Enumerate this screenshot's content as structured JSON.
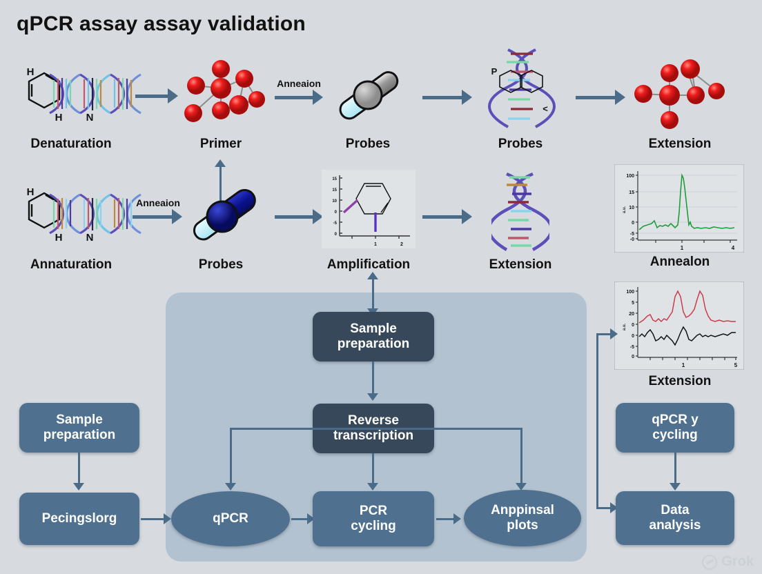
{
  "title": "qPCR assay assay validation",
  "colors": {
    "background": "#d7dbdf",
    "panel": "#b3c2d0",
    "node_dark": "#36485a",
    "node_mid": "#4f718f",
    "connector": "#4a6c88",
    "molecule_red": "#dd1414",
    "helix_blue": "#5a5fc0",
    "trace_green": "#1f9d3a",
    "trace_red": "#cc3b4a",
    "trace_black": "#111111"
  },
  "row1": {
    "steps": [
      {
        "caption": "Denaturation",
        "icon": "dna-benzene-icon",
        "sub_letters": [
          "H",
          "H",
          "N"
        ]
      },
      {
        "caption": "Primer",
        "icon": "molecule-cluster-icon"
      },
      {
        "caption": "Probes",
        "icon": "pipette-gray-icon"
      },
      {
        "caption": "Probes",
        "icon": "dna-helix-benzene-icon",
        "sub_letters": [
          "P",
          "<"
        ]
      },
      {
        "caption": "Extension",
        "icon": "molecule-star-icon"
      }
    ],
    "arrow_labels": [
      "",
      "Anneaion",
      "",
      ""
    ]
  },
  "row2": {
    "steps": [
      {
        "caption": "Annaturation",
        "icon": "dna-benzene-icon",
        "sub_letters": [
          "H",
          "H",
          "N"
        ]
      },
      {
        "caption": "Probes",
        "icon": "pipette-blue-icon"
      },
      {
        "caption": "Amplification",
        "icon": "benzene-plot-icon"
      },
      {
        "caption": "Extension",
        "icon": "dna-helix-vertical-icon"
      },
      {
        "caption": "Annealon",
        "icon": "line-chart-icon"
      }
    ],
    "arrow_labels": [
      "Anneaion",
      "",
      ""
    ]
  },
  "right_charts": [
    {
      "caption": "Annealon"
    },
    {
      "caption": "Extension"
    }
  ],
  "flow": {
    "left_column": [
      {
        "label": "Sample\npreparation",
        "label_lines": [
          "Sample",
          "preparation"
        ],
        "shape": "rect",
        "tone": "mid"
      },
      {
        "label": "Pecingslorg",
        "label_lines": [
          "Pecingslorg"
        ],
        "shape": "rect",
        "tone": "mid"
      }
    ],
    "center_column": [
      {
        "label_lines": [
          "Sample",
          "preparation"
        ],
        "shape": "rect",
        "tone": "dark"
      },
      {
        "label_lines": [
          "Reverse",
          "transcription"
        ],
        "shape": "rect",
        "tone": "dark"
      },
      {
        "label_lines": [
          "qPCR"
        ],
        "shape": "ellipse",
        "tone": "mid"
      },
      {
        "label_lines": [
          "PCR",
          "cycling"
        ],
        "shape": "rect",
        "tone": "mid"
      },
      {
        "label_lines": [
          "Anppinsal",
          "plots"
        ],
        "shape": "ellipse",
        "tone": "mid"
      }
    ],
    "right_column": [
      {
        "label_lines": [
          "qPCR y",
          "cycling"
        ],
        "shape": "rect",
        "tone": "mid"
      },
      {
        "label_lines": [
          "Data",
          "analysis"
        ],
        "shape": "rect",
        "tone": "mid"
      }
    ]
  },
  "watermark": {
    "text": "Grok"
  },
  "chart_data": [
    {
      "id": "amplification-plot",
      "type": "line",
      "title": "Amplification",
      "xlabel": "",
      "ylabel": "",
      "xticks": [
        "1",
        "2"
      ],
      "yticks": [
        "15",
        "15",
        "10",
        "0",
        "-5",
        "0"
      ],
      "xlim": [
        0,
        2.2
      ],
      "ylim": [
        -8,
        16
      ],
      "grid": false,
      "series": [
        {
          "name": "purple-bond-left",
          "color": "#8e3fa8",
          "x": [
            0.15,
            0.62
          ],
          "y": [
            0.5,
            8.5
          ]
        },
        {
          "name": "purple-bond-down",
          "color": "#5a34c0",
          "x": [
            1.0,
            1.0
          ],
          "y": [
            -6.5,
            4.0
          ]
        }
      ],
      "annotation": "benzene ring overlay"
    },
    {
      "id": "annealon-plot",
      "type": "line",
      "title": "Annealon",
      "xlabel": "",
      "ylabel": "a.u.",
      "xticks": [
        "1",
        "4"
      ],
      "yticks": [
        "100",
        "15",
        "10",
        "0",
        "-5",
        "-0"
      ],
      "xlim": [
        0,
        4.2
      ],
      "ylim": [
        -8,
        105
      ],
      "grid": true,
      "series": [
        {
          "name": "melt-curve",
          "color": "#1f9d3a",
          "x": [
            0.05,
            0.2,
            0.35,
            0.45,
            0.55,
            0.7,
            0.85,
            0.95,
            1.0,
            1.05,
            1.15,
            1.3,
            1.45,
            1.6,
            1.8,
            2.1,
            2.5,
            2.9,
            3.3,
            3.7,
            4.0
          ],
          "y": [
            -4,
            -1,
            6,
            -1,
            1,
            -2,
            -1,
            40,
            100,
            85,
            10,
            -4,
            -3,
            -4,
            -4,
            -3,
            -3,
            -2,
            -3,
            -4,
            -3
          ]
        }
      ]
    },
    {
      "id": "extension-plot",
      "type": "line",
      "title": "Extension",
      "xlabel": "",
      "ylabel": "a.u.",
      "xticks": [
        "1",
        "5"
      ],
      "yticks": [
        "100",
        "5",
        "20",
        "0",
        "0",
        "-5",
        "0"
      ],
      "xlim": [
        0,
        5.2
      ],
      "ylim": [
        -10,
        105
      ],
      "grid": false,
      "series": [
        {
          "name": "red-trace",
          "color": "#cc3b4a",
          "x": [
            0.05,
            0.3,
            0.5,
            0.7,
            0.85,
            1.0,
            1.2,
            1.4,
            1.55,
            1.7,
            1.9,
            2.2,
            2.6,
            3.0,
            3.5,
            4.0,
            4.5,
            5.0
          ],
          "y": [
            18,
            27,
            22,
            26,
            90,
            60,
            24,
            28,
            100,
            55,
            22,
            20,
            18,
            19,
            18,
            18,
            17,
            17
          ]
        },
        {
          "name": "black-trace",
          "color": "#111111",
          "x": [
            0.05,
            0.25,
            0.4,
            0.6,
            0.8,
            0.95,
            1.1,
            1.3,
            1.5,
            1.7,
            1.9,
            2.2,
            2.6,
            3.0,
            3.5,
            4.0,
            4.5,
            5.0
          ],
          "y": [
            2,
            9,
            -3,
            3,
            -8,
            1,
            14,
            -4,
            -1,
            5,
            3,
            2,
            1,
            2,
            1,
            3,
            4,
            5
          ]
        }
      ]
    }
  ]
}
